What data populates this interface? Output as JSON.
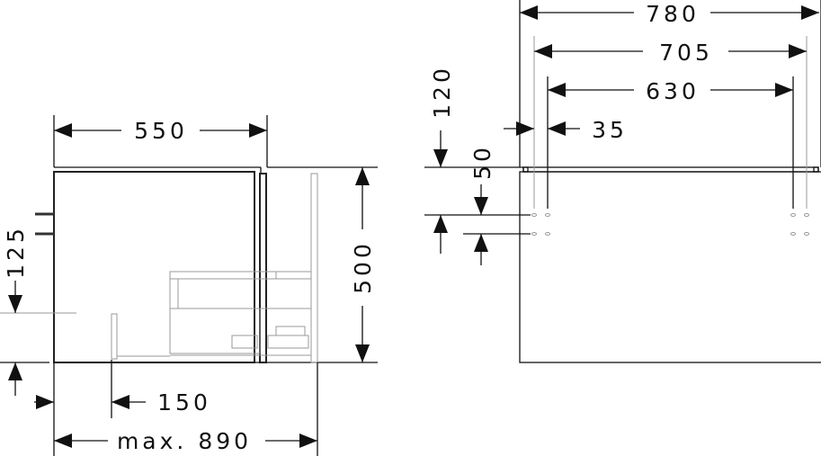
{
  "side_view": {
    "dim_width": "550",
    "dim_height": "500",
    "dim_siphon_height": "125",
    "dim_siphon_offset": "150",
    "dim_max_depth": "max. 890"
  },
  "front_view": {
    "dim_total_width": "780",
    "dim_hole_outer": "705",
    "dim_hole_inner": "630",
    "dim_hole_spacing": "35",
    "dim_top_offset": "120",
    "dim_hole_vertical": "50"
  }
}
